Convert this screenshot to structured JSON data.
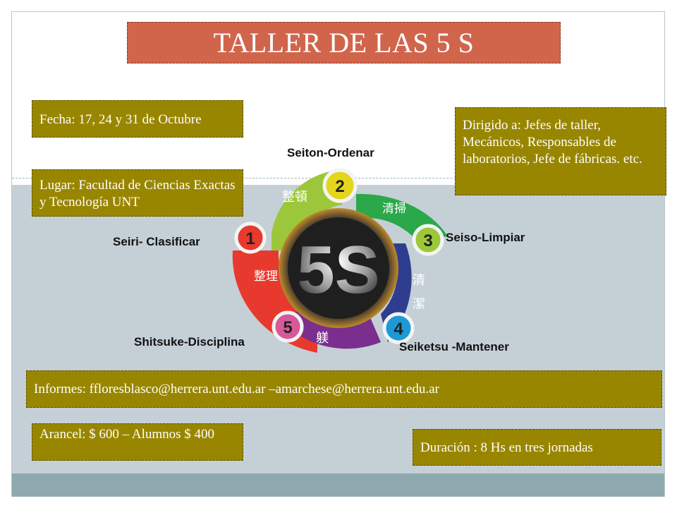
{
  "title": "TALLER DE LAS 5 S",
  "fecha": {
    "label": "Fecha:",
    "value": " 17, 24 y 31 de Octubre"
  },
  "lugar": {
    "label": "Lugar:",
    "value": " Facultad de Ciencias Exactas y Tecnología  UNT"
  },
  "dirigido": {
    "label": "Dirigido a:",
    "value": " Jefes de taller, Mecánicos, Responsables de laboratorios, Jefe de fábricas. etc."
  },
  "informes": {
    "label": "Informes:",
    "value": " ffloresblasco@herrera.unt.edu.ar  –amarchese@herrera.unt.edu.ar"
  },
  "arancel": {
    "label": "Arancel:",
    "value": "  $ 600 – Alumnos $ 400"
  },
  "duracion": {
    "label": "Duración",
    "value": " : 8 Hs en tres jornadas"
  },
  "diagram": {
    "center_text": "5S",
    "steps": [
      {
        "number": "1",
        "kanji": "整理",
        "label": "Seiri- Clasificar",
        "color": "#e8392e"
      },
      {
        "number": "2",
        "kanji": "整頓",
        "label": "Seiton-Ordenar",
        "color": "#9cc73a"
      },
      {
        "number": "3",
        "kanji": "清掃",
        "label": "Seiso-Limpiar",
        "color": "#2aa84a"
      },
      {
        "number": "4",
        "kanji": "清潔",
        "label": "Seiketsu -Mantener",
        "color": "#2f3d8f"
      },
      {
        "number": "5",
        "kanji": "躾",
        "label": "Shitsuke-Disciplina",
        "color": "#7a2f8e"
      }
    ]
  },
  "colors": {
    "title_bg": "#d0654c",
    "box_bg": "#998600",
    "band": "#c5d0d6",
    "footer": "#8faaae"
  }
}
